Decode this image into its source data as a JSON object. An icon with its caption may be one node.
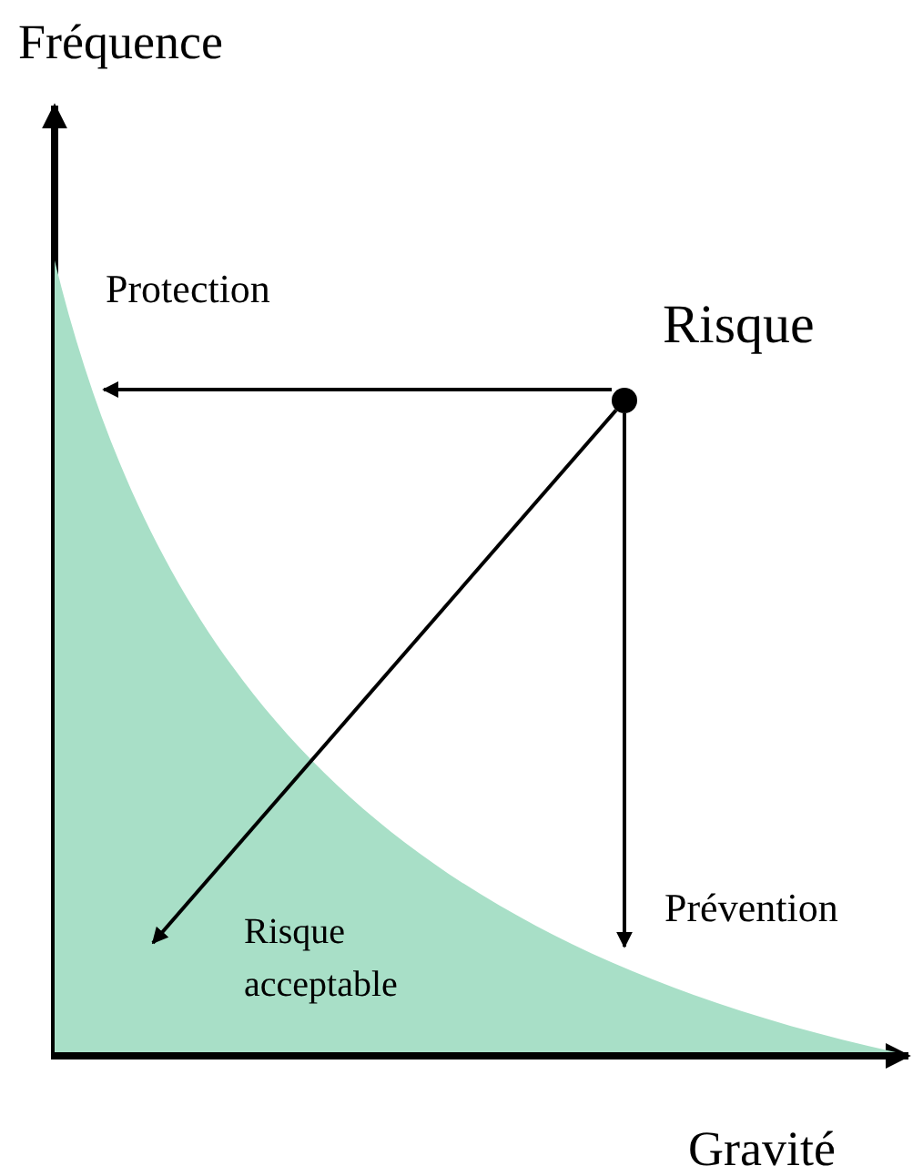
{
  "diagram": {
    "nodes": [
      {
        "text": [
          "Risque acceptable"
        ]
      },
      {
        "text": [],
        "shape": "circle"
      }
    ],
    "edges": [
      {
        "from": 1,
        "to": 0,
        "arrow": "to",
        "label": "Protection"
      },
      {
        "from": 1,
        "to": 0,
        "arrow": "to"
      },
      {
        "from": 1,
        "to": 0,
        "arrow": "to",
        "label": "Prévention"
      }
    ],
    "labels": [
      "Fréquence",
      "Risque",
      "Gravité"
    ]
  }
}
